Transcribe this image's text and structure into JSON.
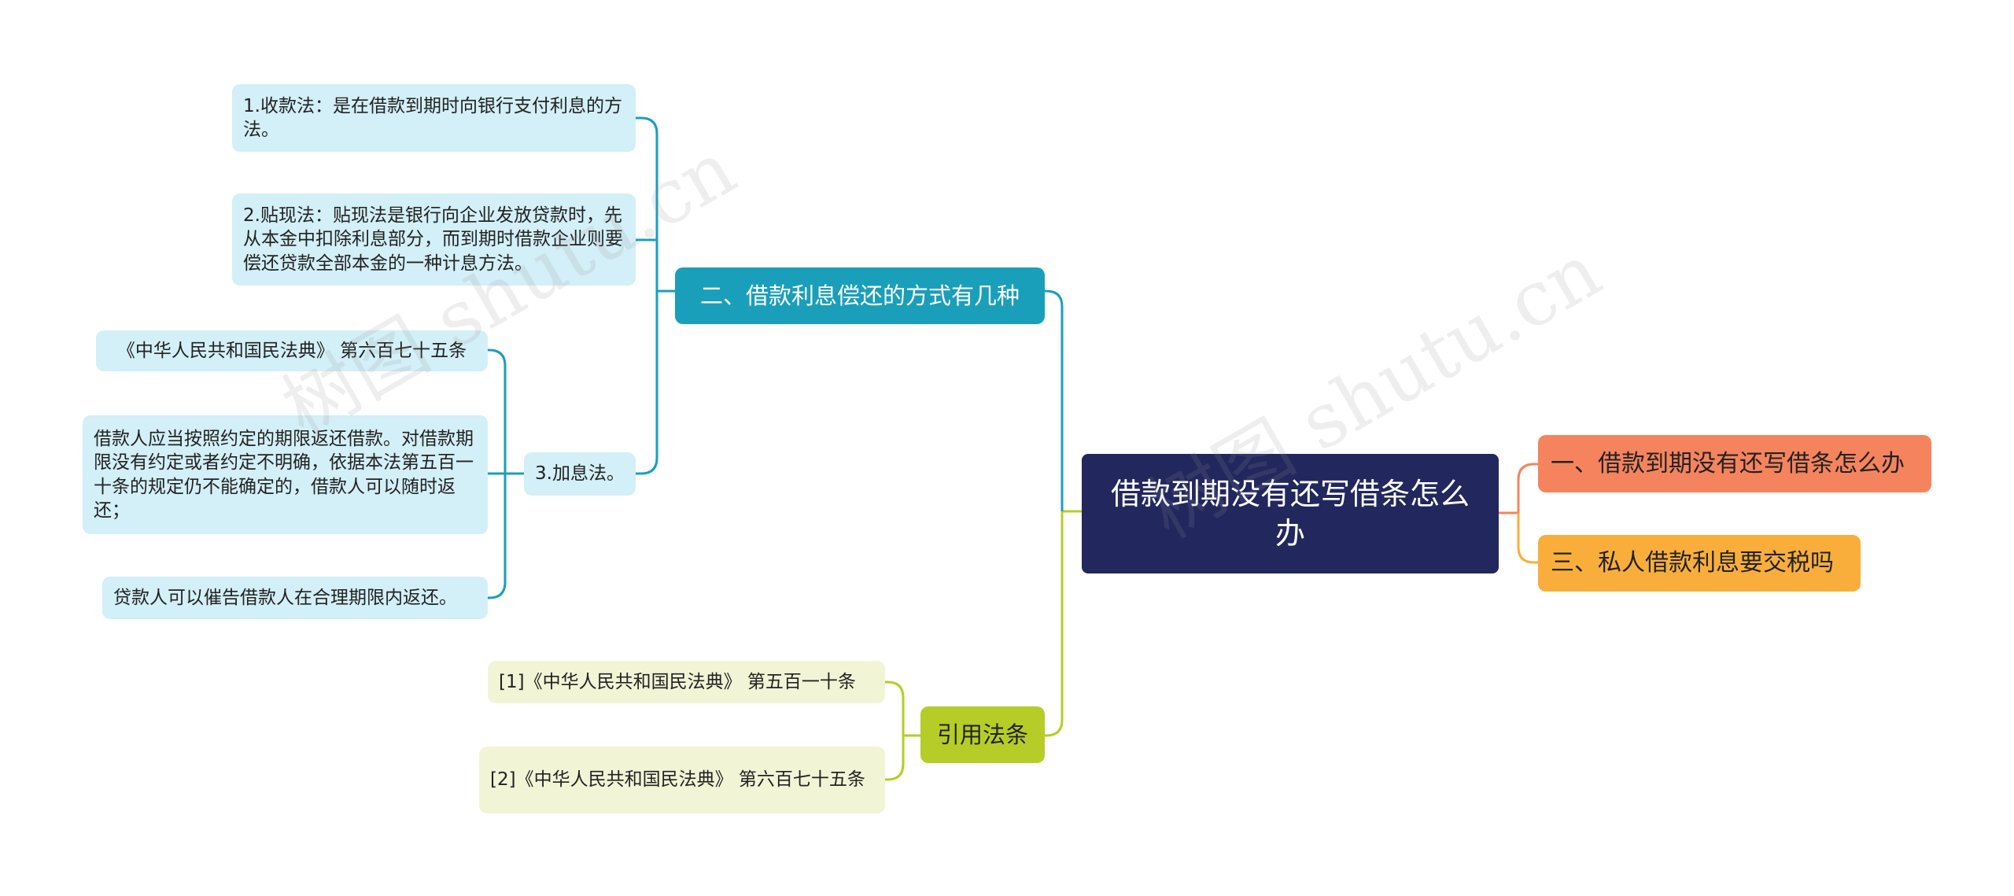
{
  "root": {
    "label": "借款到期没有还写借条怎么办"
  },
  "right_branches": [
    {
      "label": "一、借款到期没有还写借条怎么办"
    },
    {
      "label": "三、私人借款利息要交税吗"
    }
  ],
  "branch_interest": {
    "label": "二、借款利息偿还的方式有几种",
    "items": [
      {
        "label": "1.收款法：是在借款到期时向银行支付利息的方法。"
      },
      {
        "label": "2.贴现法：贴现法是银行向企业发放贷款时，先从本金中扣除利息部分，而到期时借款企业则要偿还贷款全部本金的一种计息方法。"
      },
      {
        "label": "3.加息法。"
      }
    ]
  },
  "add_interest_children": [
    {
      "label": "《中华人民共和国民法典》 第六百七十五条"
    },
    {
      "label": "借款人应当按照约定的期限返还借款。对借款期限没有约定或者约定不明确，依据本法第五百一十条的规定仍不能确定的，借款人可以随时返还；"
    },
    {
      "label": "贷款人可以催告借款人在合理期限内返还。"
    }
  ],
  "branch_law": {
    "label": "引用法条",
    "items": [
      {
        "label": "[1]《中华人民共和国民法典》 第五百一十条"
      },
      {
        "label": "[2]《中华人民共和国民法典》 第六百七十五条"
      }
    ]
  },
  "watermarks": [
    "树图 shutu.cn",
    "树图 shutu.cn"
  ],
  "colors": {
    "root": "#22275e",
    "teal": "#1a9fba",
    "lime": "#b5cd26",
    "orange": "#f5845e",
    "yellow": "#f9ae3c",
    "leaf_blue": "#d3eff7",
    "leaf_green": "#f1f5d6"
  }
}
